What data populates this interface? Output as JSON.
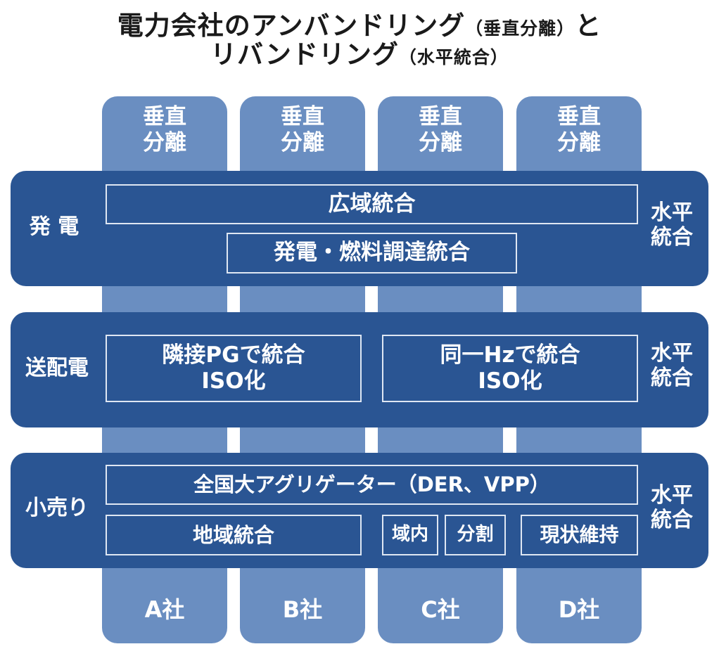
{
  "title": {
    "line1": "電力会社のアンバンドリング",
    "line1_paren": "（垂直分離）",
    "line1_tail": "と",
    "line2": "リバンドリング",
    "line2_paren": "（水平統合）"
  },
  "columns": [
    {
      "head1": "垂直",
      "head2": "分離",
      "foot": "A社"
    },
    {
      "head1": "垂直",
      "head2": "分離",
      "foot": "B社"
    },
    {
      "head1": "垂直",
      "head2": "分離",
      "foot": "C社"
    },
    {
      "head1": "垂直",
      "head2": "分離",
      "foot": "D社"
    }
  ],
  "bands": {
    "generation": {
      "label": "発 電",
      "right1": "水平",
      "right2": "統合",
      "boxes": [
        "広域統合",
        "発電・燃料調達統合"
      ]
    },
    "transmission": {
      "label": "送配電",
      "right1": "水平",
      "right2": "統合",
      "box1_line1": "隣接PGで統合",
      "box1_line2": "ISO化",
      "box2_line1": "同一Hzで統合",
      "box2_line2": "ISO化"
    },
    "retail": {
      "label": "小売り",
      "right1": "水平",
      "right2": "統合",
      "aggregator": "全国大アグリゲーター（DER、VPP）",
      "regional": "地域統合",
      "split1": "域内",
      "split2": "分割",
      "status_quo": "現状維持"
    }
  },
  "colors": {
    "column": "#6a8ec1",
    "band": "#2a5593",
    "box_border": "#dfe7f3"
  }
}
